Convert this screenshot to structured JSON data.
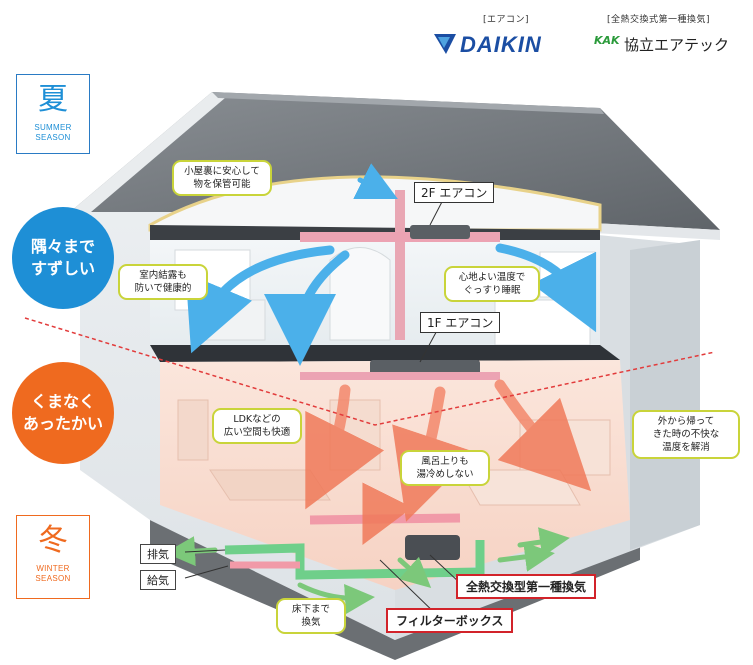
{
  "brands": {
    "aircon_caption": "[エアコン]",
    "vent_caption": "[全熱交換式第一種換気]",
    "daikin_logo": "DAIKIN",
    "kyoritsu_mark": "KAK",
    "kyoritsu_name": "協立エアテック"
  },
  "seasons": {
    "summer_kanji": "夏",
    "summer_en_1": "SUMMER",
    "summer_en_2": "SEASON",
    "winter_kanji": "冬",
    "winter_en_1": "WINTER",
    "winter_en_2": "SEASON"
  },
  "badges": {
    "summer": "隅々まで\nすずしい",
    "winter": "くまなく\nあったかい"
  },
  "callouts": {
    "attic": "小屋裏に安心して\n物を保管可能",
    "condensation": "室内結露も\n防いで健康的",
    "comfort": "心地よい温度で\nぐっすり睡眠",
    "ldk": "LDKなどの\n広い空間も快適",
    "bath": "風呂上りも\n湯冷めしない",
    "coming_home": "外から帰って\nきた時の不快な\n温度を解消",
    "underfloor": "床下まで\n換気"
  },
  "labels": {
    "ac_2f": "2F エアコン",
    "ac_1f": "1F エアコン",
    "exhaust": "排気",
    "supply": "給気",
    "ventilation_system": "全熱交換型第一種換気",
    "filter_box": "フィルターボックス"
  },
  "colors": {
    "summer_blue": "#1e8fd6",
    "winter_orange": "#ef6a1f",
    "callout_border": "#c9d43a",
    "label_red": "#d2232a",
    "roof_gray": "#6f7479"
  }
}
